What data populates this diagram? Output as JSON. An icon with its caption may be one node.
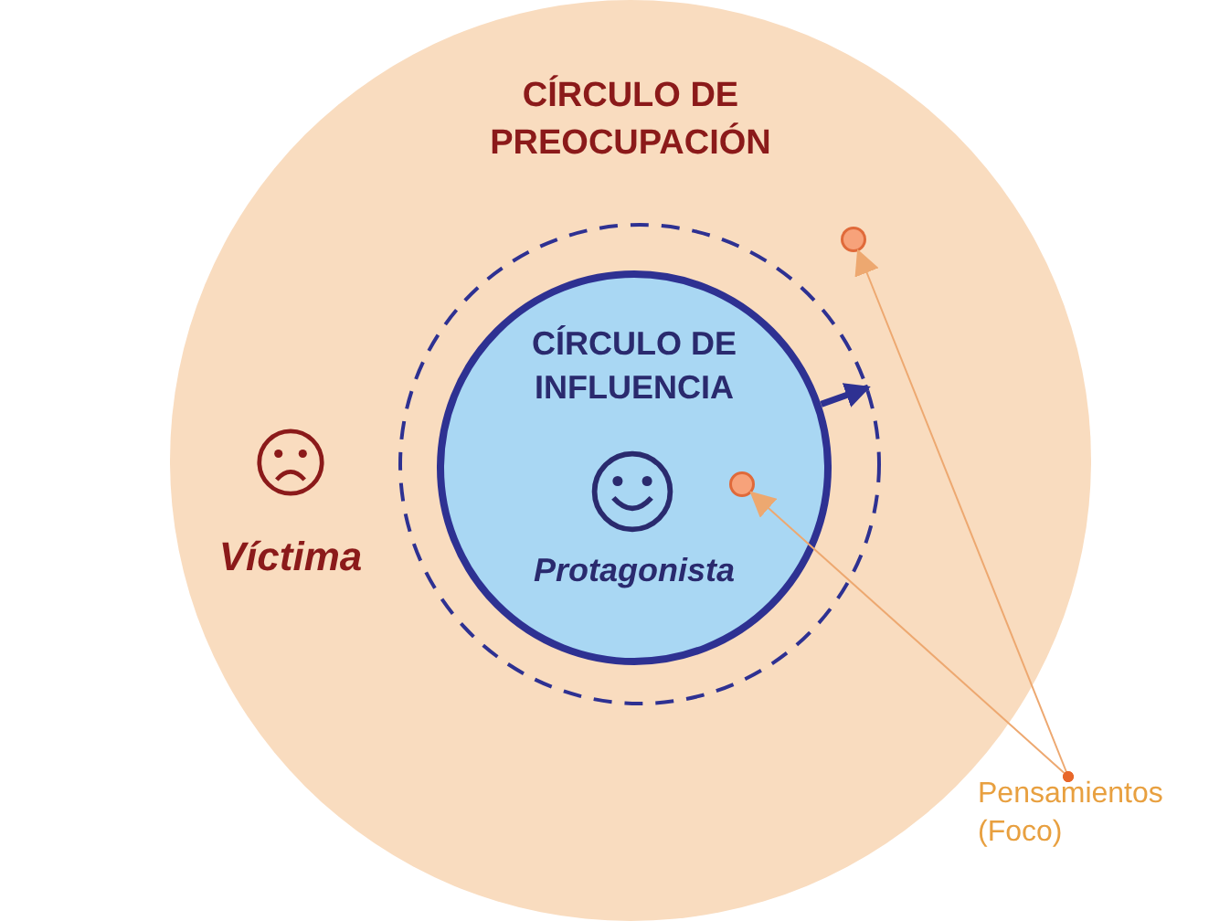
{
  "diagram": {
    "nodes": [
      {
        "text": [
          "CÍRCULO DE PREOCUPACIÓN",
          "Víctima"
        ]
      },
      {
        "text": [],
        "shape": "circle",
        "in": 0
      },
      {
        "text": [
          "CÍRCULO DE INFLUENCIA",
          "Protagonista"
        ],
        "in": 1
      },
      {
        "text": [],
        "shape": "circle",
        "in": 0
      },
      {
        "text": [],
        "shape": "circle",
        "in": 2
      },
      {
        "text": [
          "Pensamientos (Foco)"
        ]
      }
    ],
    "edges": [
      {
        "from": 2,
        "to": 1,
        "arrow": "to",
        "style": "thick",
        "color": "#2e3192"
      },
      {
        "from": 5,
        "to": 3,
        "arrow": "to"
      },
      {
        "from": 5,
        "to": 4,
        "arrow": "to"
      }
    ]
  }
}
